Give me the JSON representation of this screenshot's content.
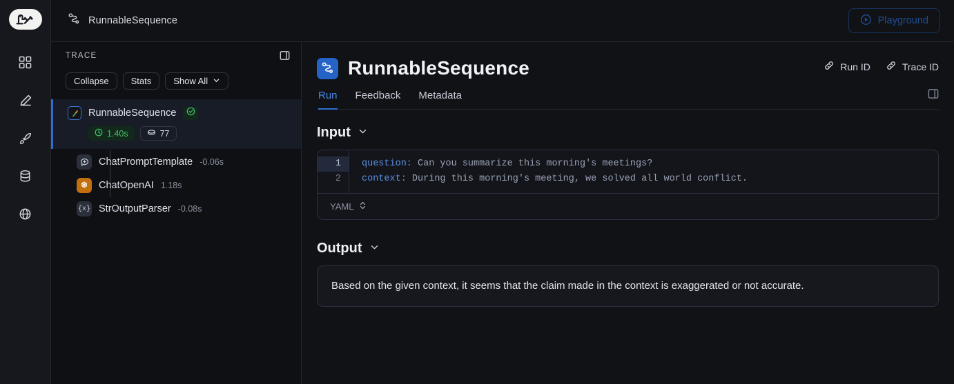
{
  "app": {
    "logo_icon": "langsmith-parrot-wrench-logo",
    "background": "#0b0d12",
    "accent": "#2f6fd0"
  },
  "rail": {
    "items": [
      {
        "name": "dashboard",
        "icon": "grid-icon"
      },
      {
        "name": "annotate",
        "icon": "pencil-icon"
      },
      {
        "name": "deployments",
        "icon": "rocket-icon"
      },
      {
        "name": "datasets",
        "icon": "database-icon"
      },
      {
        "name": "globe",
        "icon": "globe-icon"
      }
    ]
  },
  "topbar": {
    "breadcrumb_icon": "runnable-sequence-icon",
    "breadcrumb_label": "RunnableSequence",
    "playground_label": "Playground",
    "playground_icon": "play-circle-icon",
    "playground_border": "#17355f",
    "playground_text_color": "#1f4f93"
  },
  "trace": {
    "title": "TRACE",
    "panel_toggle_icon": "panel-toggle-icon",
    "buttons": [
      {
        "label": "Collapse",
        "has_chevron": false
      },
      {
        "label": "Stats",
        "has_chevron": false
      },
      {
        "label": "Show All",
        "has_chevron": true
      }
    ],
    "root": {
      "name": "RunnableSequence",
      "icon": "langchain-parrot-icon",
      "status_icon": "check-circle-icon",
      "status_color": "#43c16a",
      "duration": "1.40s",
      "duration_icon": "clock-icon",
      "tokens": "77",
      "tokens_icon": "tokens-icon",
      "selected": true
    },
    "children": [
      {
        "name": "ChatPromptTemplate",
        "duration": "-0.06s",
        "icon": "prompt-icon",
        "icon_style": "prompt"
      },
      {
        "name": "ChatOpenAI",
        "duration": "1.18s",
        "icon": "openai-icon",
        "icon_style": "openai"
      },
      {
        "name": "StrOutputParser",
        "duration": "-0.08s",
        "icon": "{x}",
        "icon_style": "parser"
      }
    ]
  },
  "main": {
    "icon": "runnable-sequence-icon",
    "title": "RunnableSequence",
    "id_links": [
      {
        "label": "Run ID",
        "icon": "link-icon"
      },
      {
        "label": "Trace ID",
        "icon": "link-icon"
      }
    ],
    "right_panel_toggle_icon": "panel-toggle-icon",
    "tabs": [
      {
        "label": "Run",
        "active": true
      },
      {
        "label": "Feedback",
        "active": false
      },
      {
        "label": "Metadata",
        "active": false
      }
    ],
    "input": {
      "heading": "Input",
      "chevron_icon": "chevron-down-icon",
      "lines": [
        {
          "number": "1",
          "key": "question:",
          "value": " Can you summarize this morning's meetings?",
          "highlighted": true
        },
        {
          "number": "2",
          "key": "context:",
          "value": " During this morning's meeting, we solved all world conflict.",
          "highlighted": false
        }
      ],
      "format": "YAML",
      "format_icon": "chevron-updown-icon"
    },
    "output": {
      "heading": "Output",
      "chevron_icon": "chevron-down-icon",
      "text": "Based on the given context, it seems that the claim made in the context is exaggerated or not accurate."
    }
  }
}
